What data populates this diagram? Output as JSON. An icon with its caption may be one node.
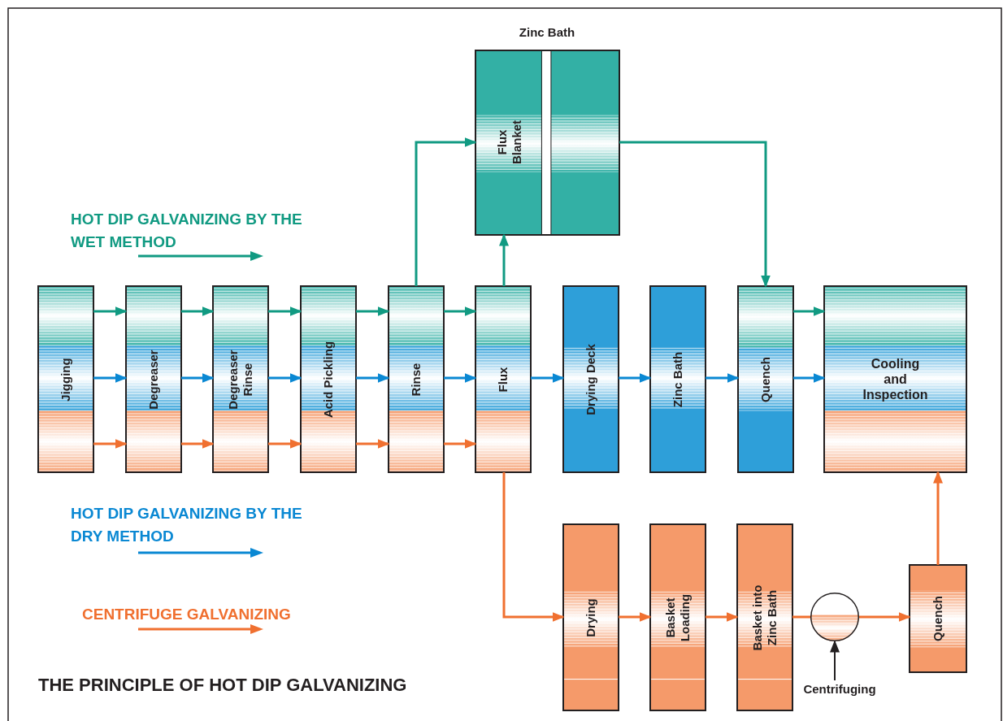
{
  "diagram": {
    "title": "THE PRINCIPLE OF HOT DIP GALVANIZING",
    "nodes": [
      {
        "text": [
          "Jigging"
        ]
      },
      {
        "text": [
          "Degreaser"
        ]
      },
      {
        "text": [
          "Degreaser Rinse"
        ]
      },
      {
        "text": [
          "Acid Pickling"
        ]
      },
      {
        "text": [
          "Rinse"
        ]
      },
      {
        "text": [
          "Flux"
        ]
      },
      {
        "text": [
          "Zinc Bath",
          "Flux Blanket"
        ]
      },
      {
        "text": [
          "Drying Deck"
        ]
      },
      {
        "text": [
          "Zinc Bath"
        ]
      },
      {
        "text": [
          "Quench"
        ]
      },
      {
        "text": [
          "Cooling and Inspection"
        ]
      },
      {
        "text": [
          "Drying"
        ]
      },
      {
        "text": [
          "Basket Loading"
        ]
      },
      {
        "text": [
          "Basket into Zinc Bath"
        ]
      },
      {
        "text": [],
        "shape": "circle"
      },
      {
        "text": [
          "Centrifuging"
        ]
      },
      {
        "text": [
          "Quench"
        ]
      }
    ],
    "edges": [
      {
        "from": 0,
        "to": 1,
        "arrow": "to",
        "color": "#119a82"
      },
      {
        "from": 1,
        "to": 2,
        "arrow": "to",
        "color": "#119a82"
      },
      {
        "from": 2,
        "to": 3,
        "arrow": "to",
        "color": "#119a82"
      },
      {
        "from": 3,
        "to": 4,
        "arrow": "to",
        "color": "#119a82"
      },
      {
        "from": 4,
        "to": 5,
        "arrow": "to",
        "color": "#119a82"
      },
      {
        "from": 0,
        "to": 1,
        "arrow": "to",
        "color": "#0a88d3"
      },
      {
        "from": 1,
        "to": 2,
        "arrow": "to",
        "color": "#0a88d3"
      },
      {
        "from": 2,
        "to": 3,
        "arrow": "to",
        "color": "#0a88d3"
      },
      {
        "from": 3,
        "to": 4,
        "arrow": "to",
        "color": "#0a88d3"
      },
      {
        "from": 4,
        "to": 5,
        "arrow": "to",
        "color": "#0a88d3"
      },
      {
        "from": 0,
        "to": 1,
        "arrow": "to",
        "color": "#f07030"
      },
      {
        "from": 1,
        "to": 2,
        "arrow": "to",
        "color": "#f07030"
      },
      {
        "from": 2,
        "to": 3,
        "arrow": "to",
        "color": "#f07030"
      },
      {
        "from": 3,
        "to": 4,
        "arrow": "to",
        "color": "#f07030"
      },
      {
        "from": 4,
        "to": 5,
        "arrow": "to",
        "color": "#f07030"
      },
      {
        "from": 4,
        "to": 6,
        "arrow": "to",
        "color": "#119a82"
      },
      {
        "from": 5,
        "to": 6,
        "arrow": "to",
        "color": "#119a82"
      },
      {
        "from": 6,
        "to": 9,
        "arrow": "to",
        "color": "#119a82"
      },
      {
        "from": 9,
        "to": 10,
        "arrow": "to",
        "color": "#119a82"
      },
      {
        "from": 5,
        "to": 7,
        "arrow": "to",
        "color": "#0a88d3"
      },
      {
        "from": 7,
        "to": 8,
        "arrow": "to",
        "color": "#0a88d3"
      },
      {
        "from": 8,
        "to": 9,
        "arrow": "to",
        "color": "#0a88d3"
      },
      {
        "from": 9,
        "to": 10,
        "arrow": "to",
        "color": "#0a88d3"
      },
      {
        "from": 5,
        "to": 11,
        "arrow": "to",
        "color": "#f07030"
      },
      {
        "from": 11,
        "to": 12,
        "arrow": "to",
        "color": "#f07030"
      },
      {
        "from": 12,
        "to": 13,
        "arrow": "to",
        "color": "#f07030"
      },
      {
        "from": 13,
        "to": 14,
        "arrow": "none",
        "color": "#f07030"
      },
      {
        "from": 14,
        "to": 16,
        "arrow": "to",
        "color": "#f07030"
      },
      {
        "from": 16,
        "to": 10,
        "arrow": "to",
        "color": "#f07030"
      },
      {
        "from": 15,
        "to": 14,
        "arrow": "to",
        "color": "#231f20"
      }
    ],
    "legend": [
      {
        "text": "HOT DIP GALVANIZING BY THE WET METHOD"
      },
      {
        "text": "HOT DIP GALVANIZING BY THE DRY METHOD"
      },
      {
        "text": "CENTRIFUGE GALVANIZING"
      }
    ]
  }
}
